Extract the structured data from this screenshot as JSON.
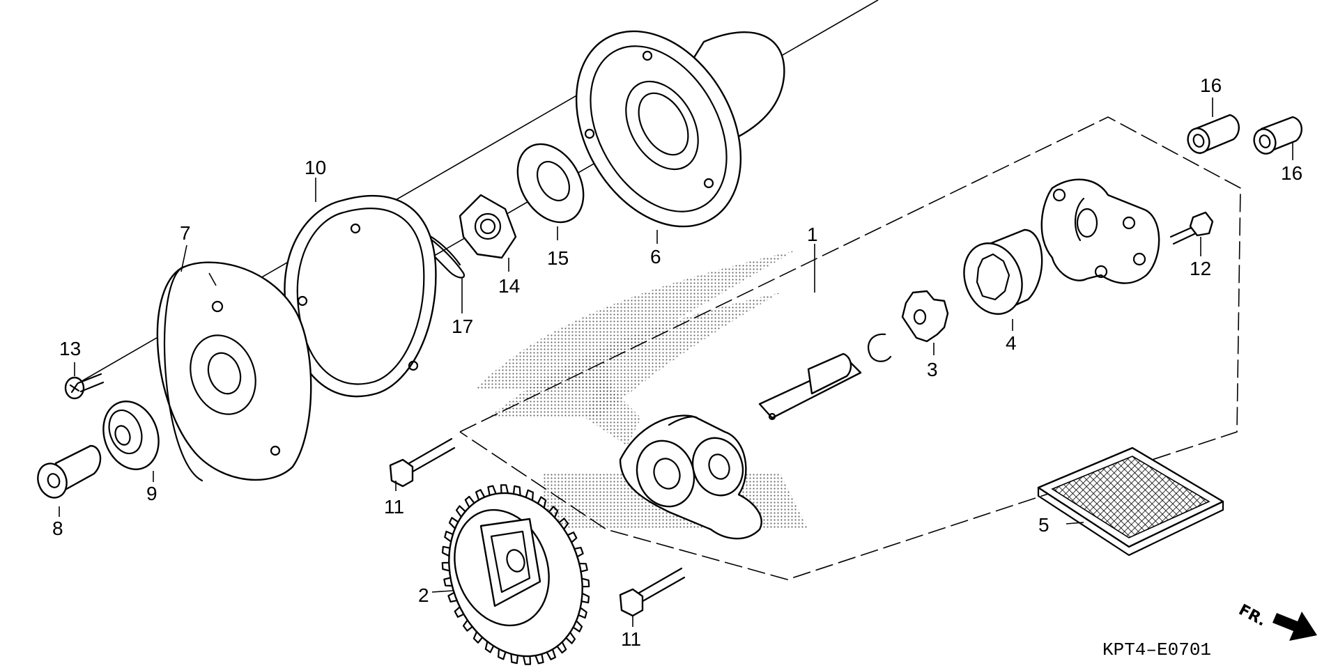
{
  "diagram_code": "KPT4–E0701",
  "direction_label": "FR.",
  "callouts": [
    "1",
    "2",
    "3",
    "4",
    "5",
    "6",
    "7",
    "8",
    "9",
    "10",
    "11",
    "11",
    "12",
    "13",
    "14",
    "15",
    "16",
    "16",
    "17"
  ]
}
